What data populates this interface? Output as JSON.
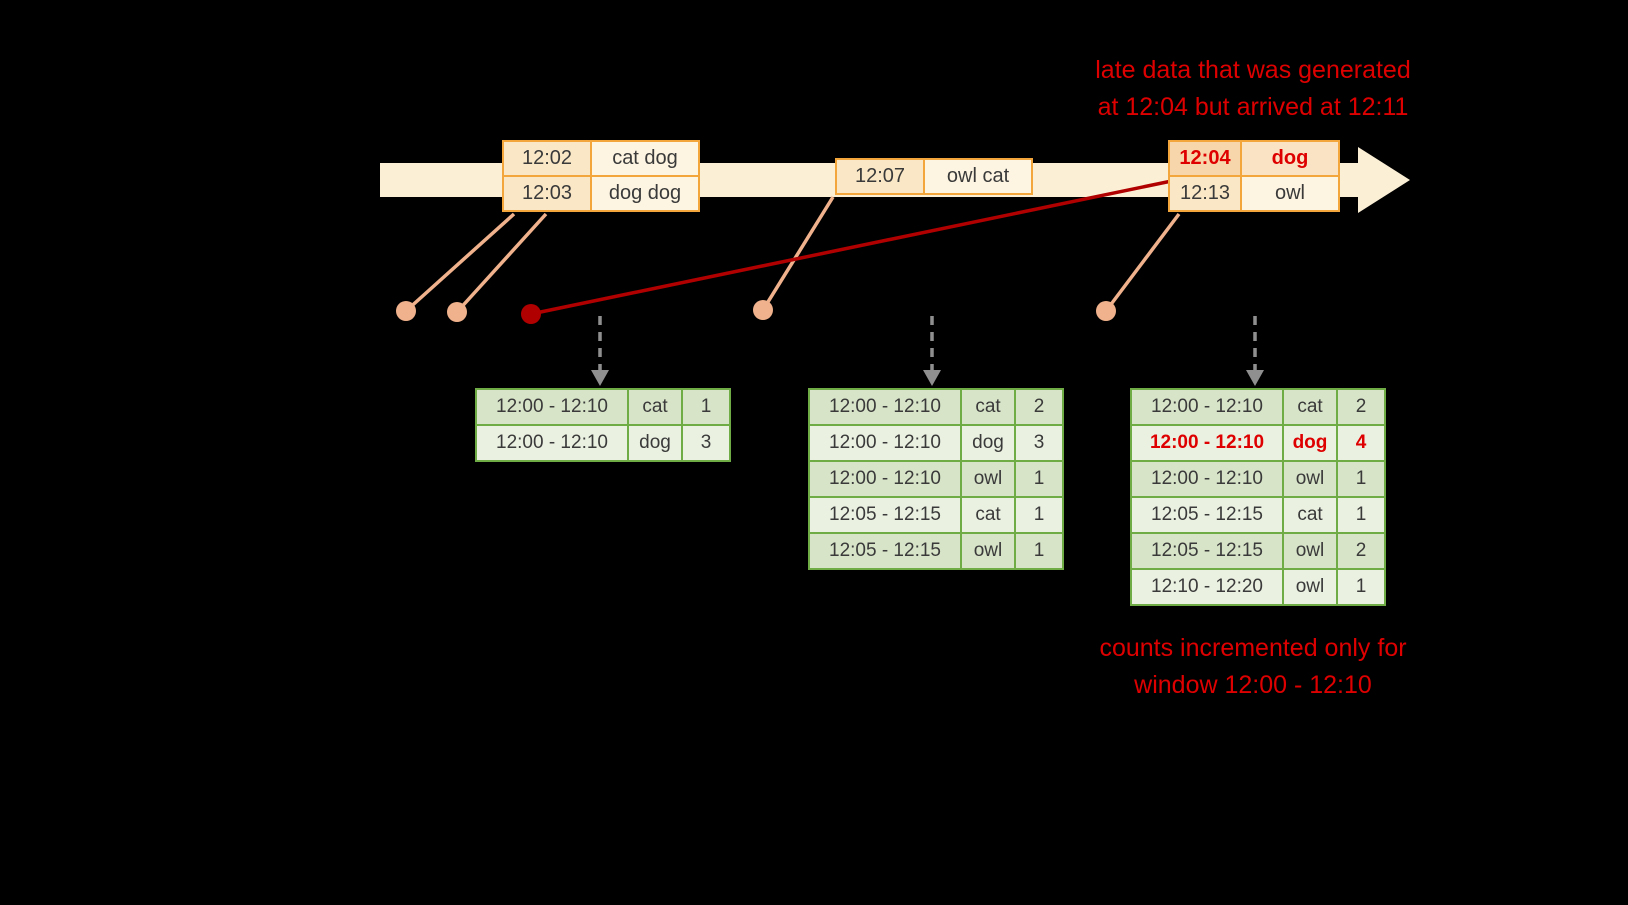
{
  "colors": {
    "bg": "#000000",
    "timeline-fill": "#FBF0D6",
    "event-border": "#F2A63C",
    "event-time-fill": "#FAE7C6",
    "event-word-fill": "#FDF4E1",
    "event-late-fill": "#FAE3C4",
    "event-late-fill-dark": "#F8D6AC",
    "salmon": "#F0B28C",
    "dark-red": "#B00000",
    "text-red": "#DE0000",
    "green-border": "#6FAC46",
    "green-row-dark": "#D7E4C8",
    "green-row-light": "#EAF1E1",
    "cell-text": "#3A3A3A",
    "gray-arrow": "#8F8F8F"
  },
  "annotations": {
    "late_data_note_line1": "late data that was generated",
    "late_data_note_line2": "at 12:04 but arrived at 12:11",
    "counts_note_line1": "counts incremented only for",
    "counts_note_line2": "window 12:00 - 12:10"
  },
  "event_tables": {
    "batch1": {
      "rows": [
        {
          "cells": [
            "12:02",
            "cat dog"
          ],
          "highlight": false
        },
        {
          "cells": [
            "12:03",
            "dog dog"
          ],
          "highlight": false
        }
      ]
    },
    "batch2": {
      "rows": [
        {
          "cells": [
            "12:07",
            "owl cat"
          ],
          "highlight": false
        }
      ]
    },
    "batch3": {
      "rows": [
        {
          "cells": [
            "12:04",
            "dog"
          ],
          "highlight": true
        },
        {
          "cells": [
            "12:13",
            "owl"
          ],
          "highlight": false
        }
      ]
    }
  },
  "result_tables": {
    "result1": {
      "rows": [
        {
          "cells": [
            "12:00 - 12:10",
            "cat",
            "1"
          ],
          "highlight": false
        },
        {
          "cells": [
            "12:00 - 12:10",
            "dog",
            "3"
          ],
          "highlight": false
        }
      ]
    },
    "result2": {
      "rows": [
        {
          "cells": [
            "12:00 - 12:10",
            "cat",
            "2"
          ],
          "highlight": false
        },
        {
          "cells": [
            "12:00 - 12:10",
            "dog",
            "3"
          ],
          "highlight": false
        },
        {
          "cells": [
            "12:00 - 12:10",
            "owl",
            "1"
          ],
          "highlight": false
        },
        {
          "cells": [
            "12:05 - 12:15",
            "cat",
            "1"
          ],
          "highlight": false
        },
        {
          "cells": [
            "12:05 - 12:15",
            "owl",
            "1"
          ],
          "highlight": false
        }
      ]
    },
    "result3": {
      "rows": [
        {
          "cells": [
            "12:00 - 12:10",
            "cat",
            "2"
          ],
          "highlight": false
        },
        {
          "cells": [
            "12:00 - 12:10",
            "dog",
            "4"
          ],
          "highlight": true
        },
        {
          "cells": [
            "12:00 - 12:10",
            "owl",
            "1"
          ],
          "highlight": false
        },
        {
          "cells": [
            "12:05 - 12:15",
            "cat",
            "1"
          ],
          "highlight": false
        },
        {
          "cells": [
            "12:05 - 12:15",
            "owl",
            "2"
          ],
          "highlight": false
        },
        {
          "cells": [
            "12:10 - 12:20",
            "owl",
            "1"
          ],
          "highlight": false
        }
      ]
    }
  }
}
